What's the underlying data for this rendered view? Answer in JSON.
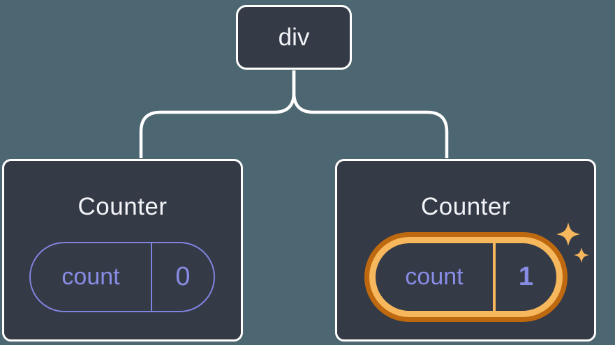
{
  "diagram": {
    "description": "Component tree: a div root with two Counter children; the second Counter's state is highlighted",
    "root": {
      "label": "div"
    },
    "children": [
      {
        "title": "Counter",
        "state_key": "count",
        "state_value": "0",
        "highlighted": false
      },
      {
        "title": "Counter",
        "state_key": "count",
        "state_value": "1",
        "highlighted": true
      }
    ],
    "colors": {
      "background": "#4D6772",
      "node_fill": "#343A46",
      "node_border": "#FFFFFF",
      "node_text": "#F2F3F6",
      "accent_purple": "#8083DF",
      "accent_purple_text": "#888CE5",
      "highlight_outer": "#BE690F",
      "highlight_inner": "#F6B75D"
    }
  }
}
